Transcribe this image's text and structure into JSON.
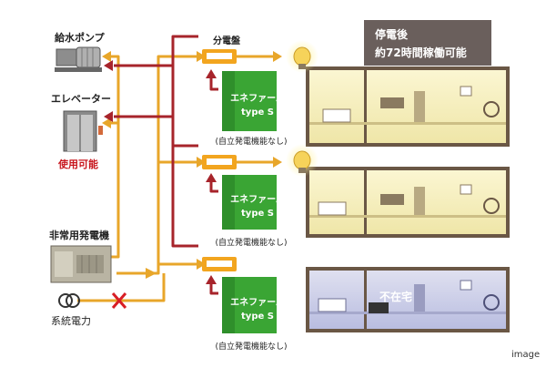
{
  "banner": {
    "line1": "停電後",
    "line2": "約72時間稼働可能"
  },
  "labels": {
    "pump": "給水ポンプ",
    "elevator": "エレベーター",
    "usable": "使用可能",
    "generator": "非常用発電機",
    "grid": "系統電力",
    "panel": "分電盤",
    "enefarm_line1": "エネファーム",
    "enefarm_line2": "type S",
    "note": "(自立発電機能なし)",
    "absent": "不在宅",
    "footer": "image"
  },
  "colors": {
    "power_line": "#e8a62a",
    "supply_line": "#a7242b",
    "device_green": "#3aa534",
    "panel_orange": "#f2a51f",
    "room_lit": "#f4efc2",
    "room_dark": "#cfd2ea",
    "wall": "#6a5745",
    "banner_bg": "#6a5f5c",
    "usable_text": "#c8161d",
    "cross": "#d81e25"
  }
}
